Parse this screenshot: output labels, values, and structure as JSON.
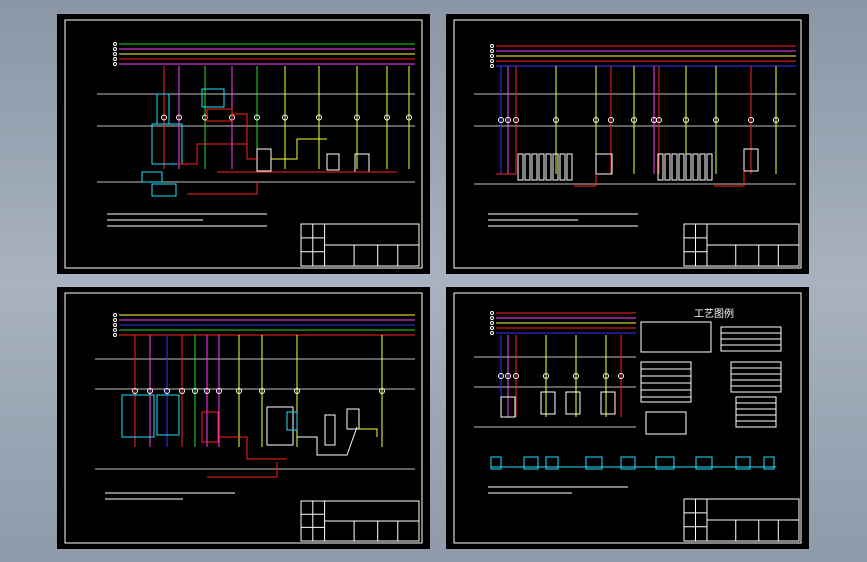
{
  "colors": {
    "background": "#9aa6b5",
    "sheet": "#000000",
    "frame": "#ffffff",
    "pipe_red": "#ff2020",
    "pipe_magenta": "#ff40ff",
    "pipe_green": "#22dd22",
    "pipe_yellow": "#ffff33",
    "pipe_blue": "#3333ff",
    "equipment_cyan": "#22e0ff"
  },
  "sheets": [
    {
      "id": "tl",
      "title_block": {
        "drawing_title": "",
        "sheet_no": ""
      }
    },
    {
      "id": "tr",
      "title_block": {
        "drawing_title": "",
        "sheet_no": ""
      }
    },
    {
      "id": "bl",
      "title_block": {
        "drawing_title": "",
        "sheet_no": ""
      }
    },
    {
      "id": "br",
      "title_block": {
        "drawing_title": "",
        "sheet_no": ""
      },
      "heading": "工艺图例"
    }
  ]
}
